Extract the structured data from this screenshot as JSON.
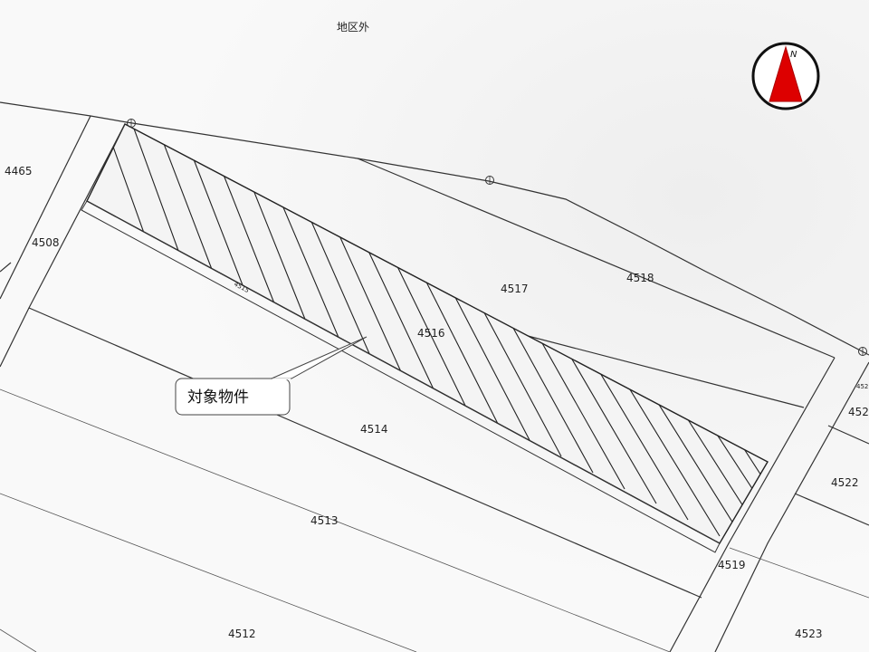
{
  "map": {
    "outside_area_label": "地区外",
    "compass_label": "N",
    "callout_label": "対象物件",
    "small_lot_label": "4515",
    "lots": {
      "l4465": "4465",
      "l4508": "4508",
      "l4516": "4516",
      "l4517": "4517",
      "l4518": "4518",
      "l4514": "4514",
      "l4513": "4513",
      "l4512": "4512",
      "l4519": "4519",
      "l4522": "4522",
      "l4523": "4523",
      "l452x": "452",
      "l452y": "452"
    }
  },
  "colors": {
    "compass_arrow": "#dd0000",
    "line": "#333333",
    "background": "#f7f7f7"
  }
}
